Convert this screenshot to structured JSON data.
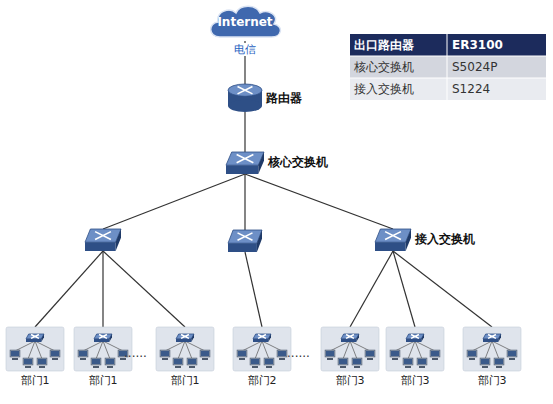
{
  "diagram": {
    "nodes": [
      {
        "text": [
          "Internet",
          "电信"
        ]
      },
      {
        "text": [
          "路由器"
        ]
      },
      {
        "text": [
          "核心交换机"
        ]
      },
      {
        "text": []
      },
      {
        "text": []
      },
      {
        "text": [
          "接入交换机"
        ]
      },
      {
        "text": [
          "部门1"
        ]
      },
      {
        "text": [
          "部门1"
        ]
      },
      {
        "text": [
          "部门1"
        ]
      },
      {
        "text": [
          "部门2"
        ]
      },
      {
        "text": [
          "部门3"
        ]
      },
      {
        "text": [
          "部门3"
        ]
      },
      {
        "text": [
          "部门3"
        ]
      }
    ],
    "edges": [
      {
        "from": 0,
        "to": 1,
        "arrow": "none"
      },
      {
        "from": 1,
        "to": 2,
        "arrow": "none"
      },
      {
        "from": 2,
        "to": 3,
        "arrow": "none"
      },
      {
        "from": 2,
        "to": 4,
        "arrow": "none"
      },
      {
        "from": 2,
        "to": 5,
        "arrow": "none"
      },
      {
        "from": 3,
        "to": 6,
        "arrow": "none"
      },
      {
        "from": 3,
        "to": 7,
        "arrow": "none"
      },
      {
        "from": 3,
        "to": 8,
        "arrow": "none"
      },
      {
        "from": 4,
        "to": 9,
        "arrow": "none"
      },
      {
        "from": 5,
        "to": 10,
        "arrow": "none"
      },
      {
        "from": 5,
        "to": 11,
        "arrow": "none"
      },
      {
        "from": 5,
        "to": 12,
        "arrow": "none"
      }
    ],
    "labels": [
      "出口路由器",
      "ER3100",
      "核心交换机",
      "S5024P",
      "接入交换机",
      "S1224",
      "......",
      "......"
    ]
  }
}
